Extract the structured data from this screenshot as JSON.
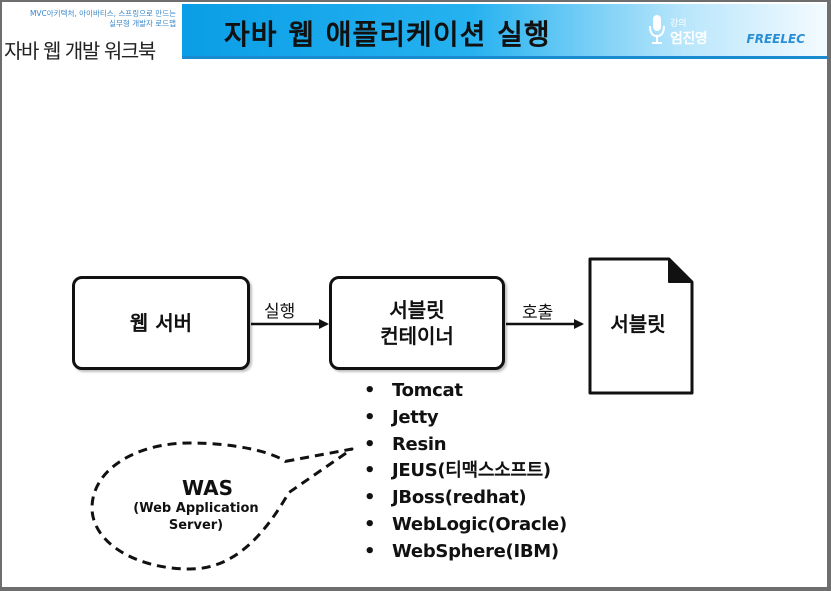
{
  "header": {
    "tagline_line1": "MVC아키텍처, 아이바티스, 스프링으로 만드는",
    "tagline_line2": "실무형 개발자 로드맵",
    "book_title": "자바 웹 개발 워크북",
    "page_title": "자바 웹 애플리케이션 실행",
    "instructor_label": "강의",
    "instructor_name": "엄진영",
    "publisher": "FREELEC",
    "icons": [
      "microphone-icon"
    ],
    "colors": {
      "title_bar": "#0a9ee6",
      "accent": "#2a8ed4"
    }
  },
  "diagram": {
    "web_server": "웹 서버",
    "servlet_container_line1": "서블릿",
    "servlet_container_line2": "컨테이너",
    "servlet": "서블릿",
    "run_label": "실행",
    "call_label": "호출",
    "was_list": [
      "Tomcat",
      "Jetty",
      "Resin",
      "JEUS(티맥스소프트)",
      "JBoss(redhat)",
      "WebLogic(Oracle)",
      "WebSphere(IBM)"
    ],
    "was_title": "WAS",
    "was_sub_line1": "(Web Application",
    "was_sub_line2": "Server)"
  }
}
